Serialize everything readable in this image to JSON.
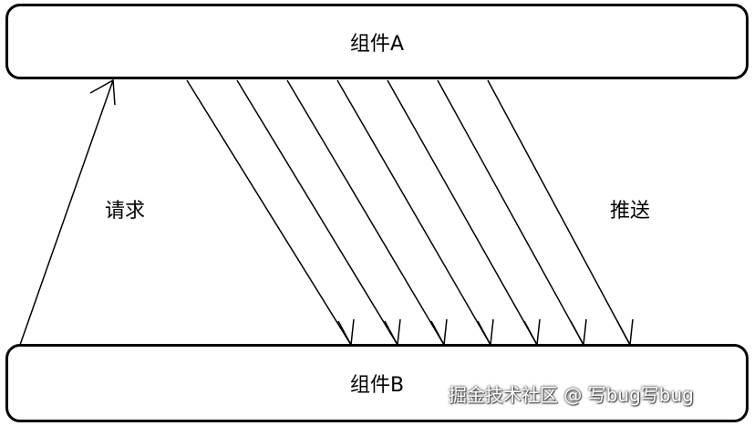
{
  "diagram": {
    "component_a": "组件A",
    "component_b": "组件B",
    "request_label": "请求",
    "push_label": "推送",
    "push_arrow_count": 7
  },
  "watermark": "掘金技术社区 @ 写bug写bug",
  "colors": {
    "stroke": "#000000",
    "background": "#ffffff"
  }
}
